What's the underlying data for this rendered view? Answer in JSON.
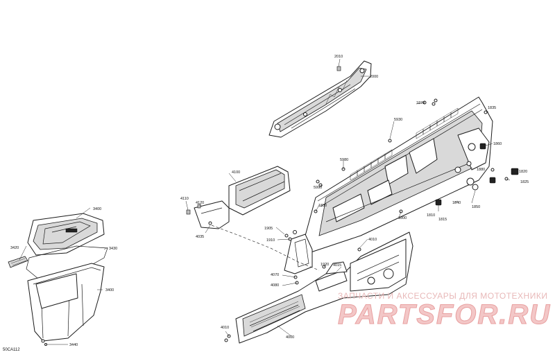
{
  "callouts": {
    "c2010": "2010",
    "c2000": "2000",
    "c1870": "1870",
    "c1835": "1835",
    "c5930": "5930",
    "c1860": "1860",
    "c5980": "5980",
    "c1880": "1880",
    "c1820": "1820",
    "c1825": "1825",
    "c4100": "4100",
    "c5990": "5990",
    "c1840": "1840",
    "c1850": "1850",
    "c4110": "4110",
    "c4120": "4120",
    "c1830": "1830",
    "c1810": "1810",
    "c1815": "1815",
    "c3400": "3400",
    "c1800": "1800",
    "c4035": "4035",
    "c1905": "1905",
    "c4010a": "4010",
    "c1910": "1910",
    "c3420": "3420",
    "c3430": "3430",
    "c1920": "1920",
    "c4015": "4015",
    "c4070": "4070",
    "c4080": "4080",
    "c3400b": "3400",
    "c4010b": "4010",
    "c3440": "3440",
    "c4000": "4000"
  },
  "drawing_code": "50CA112",
  "watermark": {
    "line1": "ЗАПЧАСТИ И АКСЕССУАРЫ ДЛЯ МОТОТЕХНИКИ",
    "line2": "PARTSFOR.RU"
  }
}
